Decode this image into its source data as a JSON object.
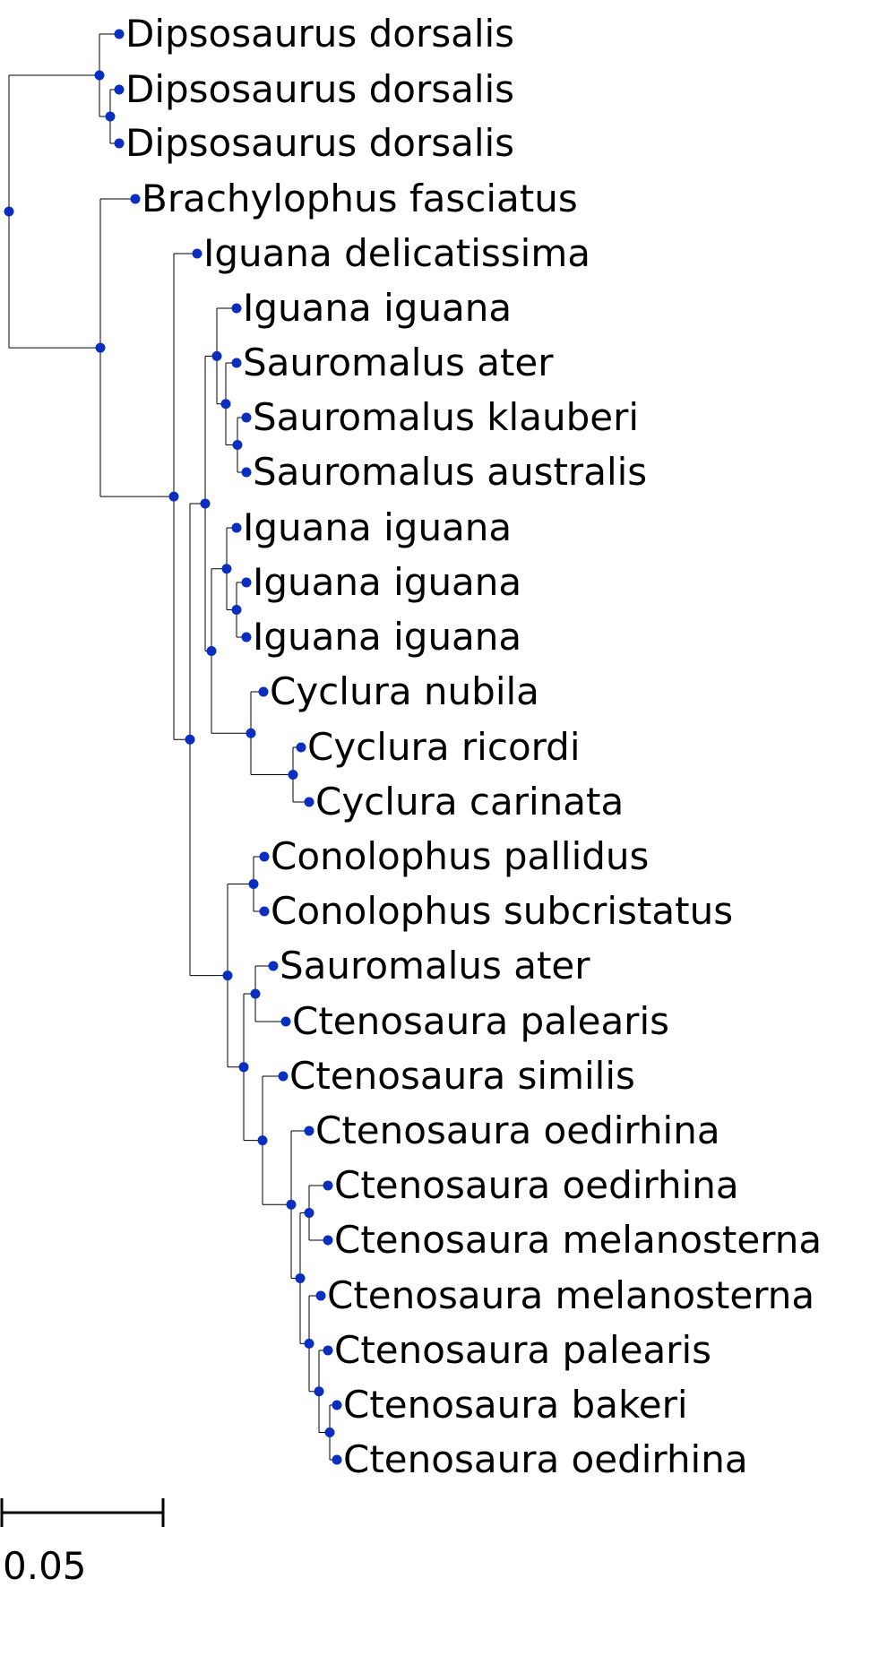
{
  "tree": {
    "leaves": [
      "Dipsosaurus dorsalis",
      "Dipsosaurus dorsalis",
      "Dipsosaurus dorsalis",
      "Brachylophus fasciatus",
      "Iguana delicatissima",
      "Iguana iguana",
      "Sauromalus ater",
      "Sauromalus klauberi",
      "Sauromalus australis",
      "Iguana iguana",
      "Iguana iguana",
      "Iguana iguana",
      "Cyclura nubila",
      "Cyclura ricordi",
      "Cyclura carinata",
      "Conolophus pallidus",
      "Conolophus subcristatus",
      "Sauromalus ater",
      "Ctenosaura palearis",
      "Ctenosaura similis",
      "Ctenosaura oedirhina",
      "Ctenosaura oedirhina",
      "Ctenosaura melanosterna",
      "Ctenosaura melanosterna",
      "Ctenosaura palearis",
      "Ctenosaura bakeri",
      "Ctenosaura oedirhina"
    ],
    "node_color": "#0a2fc0",
    "branch_color": "#000000"
  },
  "scale_bar": {
    "label": "0.05",
    "value": 0.05
  }
}
